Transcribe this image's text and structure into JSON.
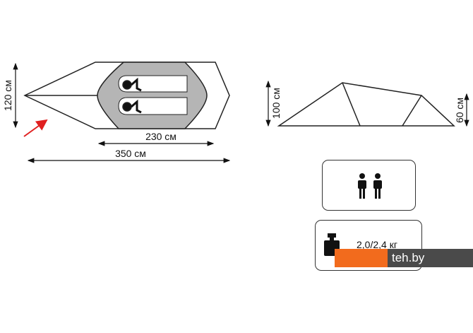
{
  "top_view": {
    "width_label": "120 см",
    "inner_length_label": "230 см",
    "outer_length_label": "350 см"
  },
  "side_view": {
    "height_label": "100 см",
    "rear_height_label": "60 см"
  },
  "capacity": {
    "icon": "two-persons-icon",
    "persons": 2
  },
  "weight": {
    "icon": "weight-icon",
    "label": "2,0/2,4 кг"
  },
  "watermark": {
    "text": "teh.by"
  },
  "colors": {
    "line": "#222222",
    "inner": "#b5b5b5",
    "arrow": "#e02020",
    "watermark_orange": "#f26b1d",
    "watermark_dark": "#4a4a4a"
  }
}
